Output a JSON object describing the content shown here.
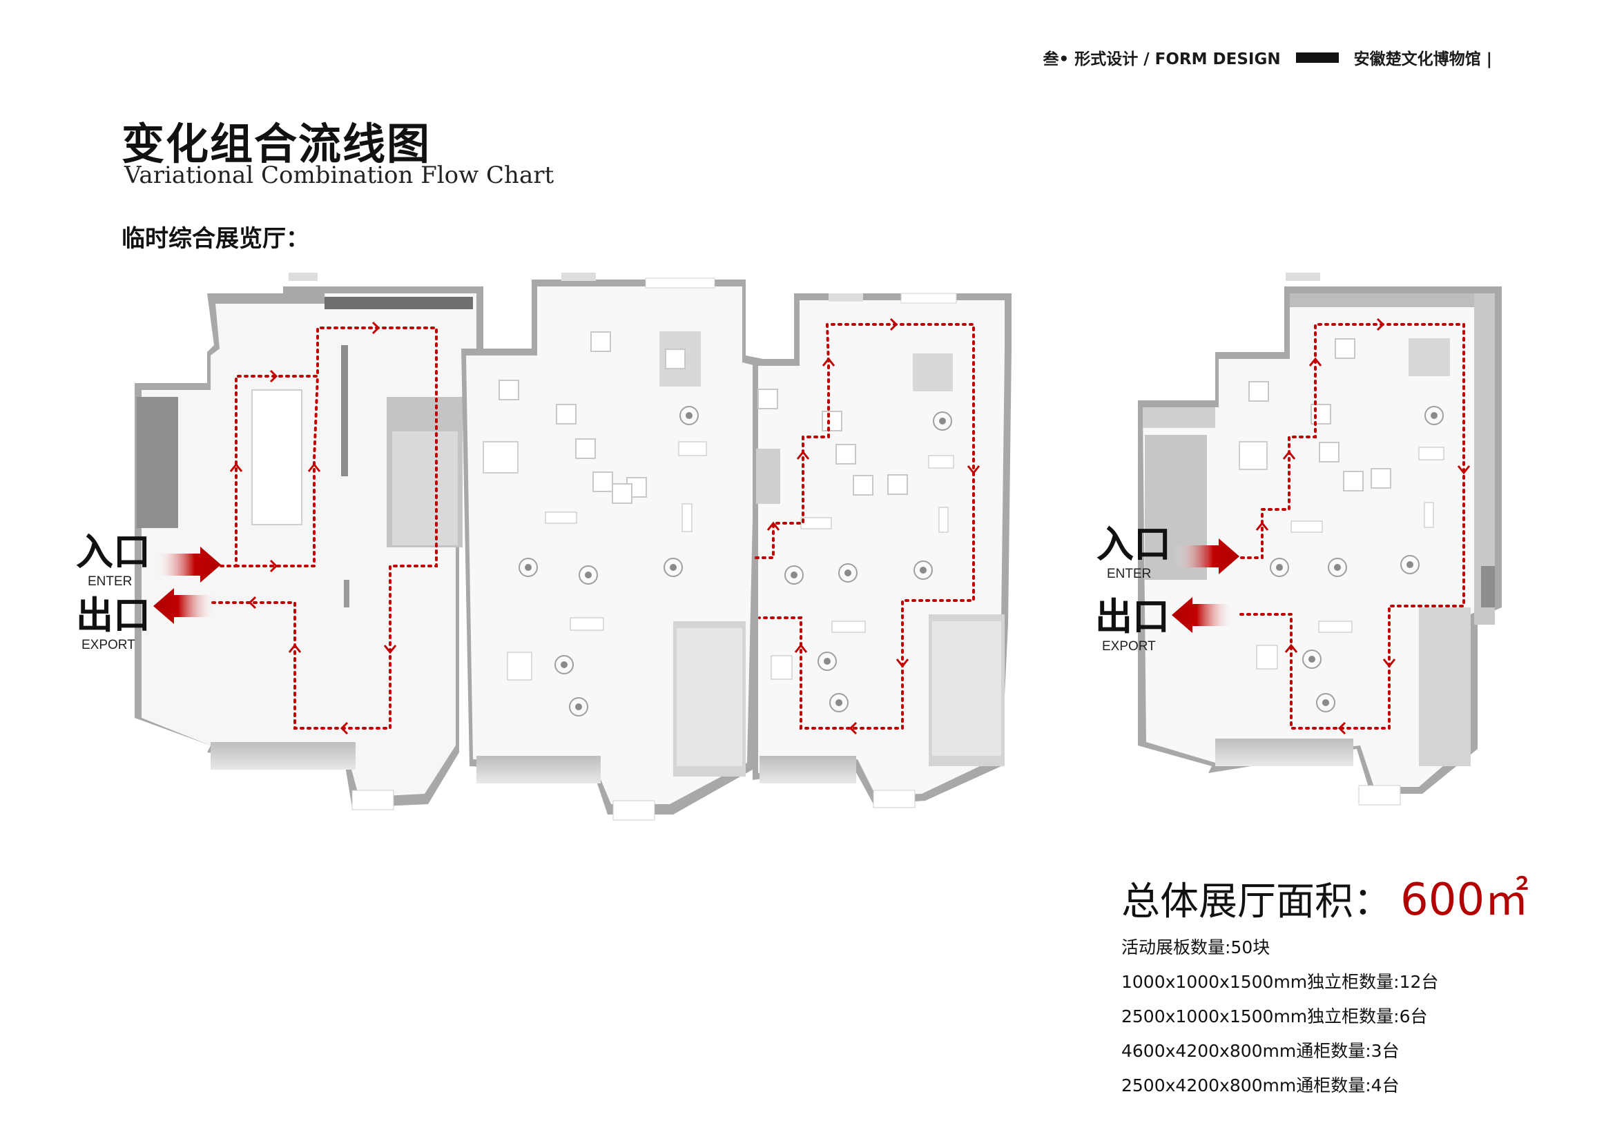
{
  "header": {
    "section": "叁• 形式设计 / FORM DESIGN",
    "project": "安徽楚文化博物馆 |"
  },
  "title": "变化组合流线图",
  "subtitle": "Variational Combination Flow Chart",
  "section_title": "临时综合展览厅：",
  "plan_labels": {
    "enter_cn": "入口",
    "enter_en": "ENTER",
    "exit_cn": "出口",
    "exit_en": "EXPORT"
  },
  "colors": {
    "route": "#c00000",
    "arrow": "#c00000",
    "floor": "#f7f7f7",
    "wall": "#9a9a9a"
  },
  "area": {
    "label": "总体展厅面积：",
    "value": "600㎡"
  },
  "specs": [
    "活动展板数量:50块",
    "1000x1000x1500mm独立柜数量:12台",
    "2500x1000x1500mm独立柜数量:6台",
    "4600x4200x800mm通柜数量:3台",
    "2500x4200x800mm通柜数量:4台"
  ]
}
